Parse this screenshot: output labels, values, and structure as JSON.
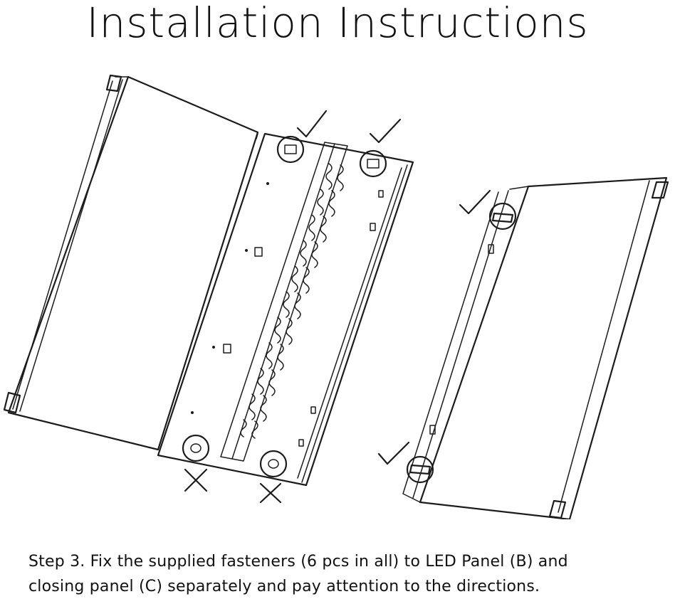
{
  "header": {
    "title": "Installation Instructions"
  },
  "caption": {
    "line1": "Step 3. Fix the supplied fasteners (6 pcs in all) to LED Panel (B) and",
    "line2": "closing panel (C) separately and pay attention to the directions."
  },
  "marks": {
    "correct": "check-mark",
    "incorrect": "cross-mark"
  }
}
